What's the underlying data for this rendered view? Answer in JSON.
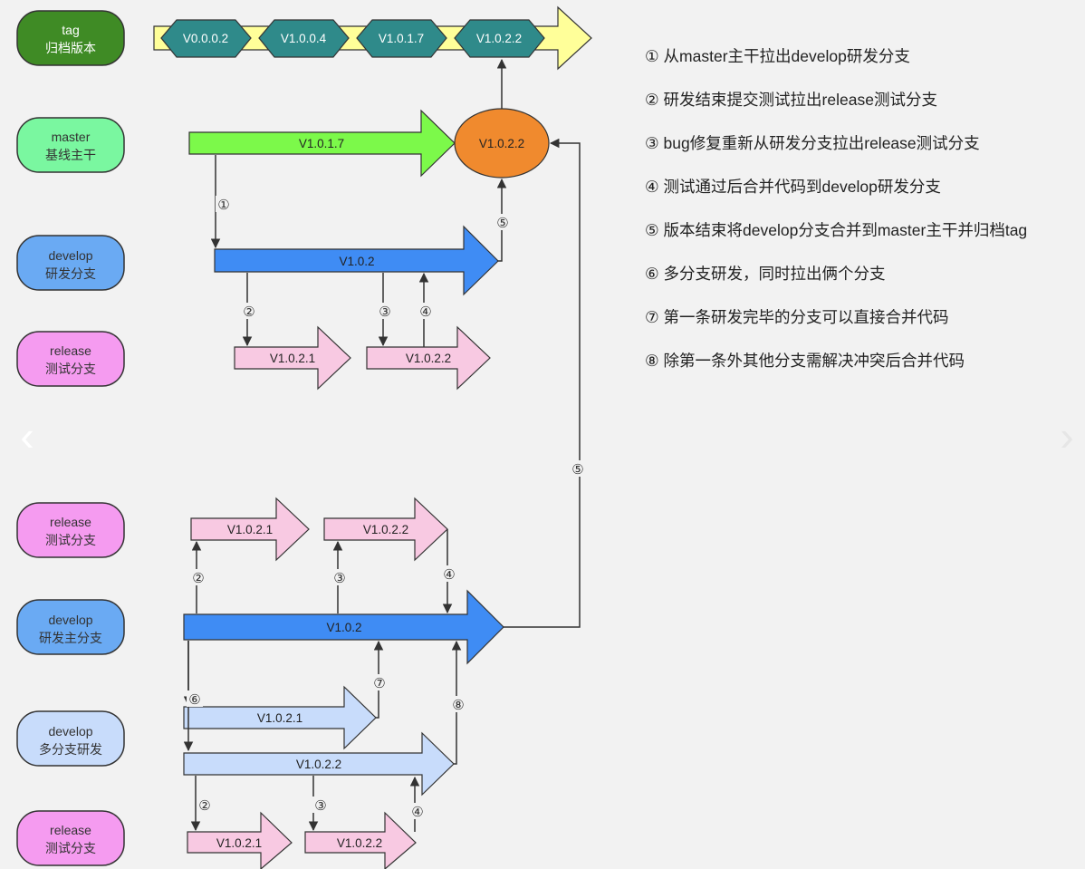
{
  "colors": {
    "tag_lane": "#3f8b25",
    "master_lane": "#7af7a0",
    "develop_lane": "#6aaaf3",
    "release_lane": "#f59bf0",
    "develop_multi_lane": "#c8dcfb",
    "tag_hexagon": "#2f8a8a",
    "tag_track": "#ffff99",
    "master_arrow": "#7cf94a",
    "develop_arrow": "#3f8cf4",
    "release_arrow": "#f8c9e2",
    "multi_arrow": "#c8dcfb",
    "merge_ellipse": "#f08a2e"
  },
  "lanes": {
    "tag": [
      "tag",
      "归档版本"
    ],
    "master": [
      "master",
      "基线主干"
    ],
    "develop_top": [
      "develop",
      "研发分支"
    ],
    "release_top": [
      "release",
      "测试分支"
    ],
    "release_mid": [
      "release",
      "测试分支"
    ],
    "develop_main": [
      "develop",
      "研发主分支"
    ],
    "develop_multi": [
      "develop",
      "多分支研发"
    ],
    "release_bottom": [
      "release",
      "测试分支"
    ]
  },
  "tags": [
    "V0.0.0.2",
    "V1.0.0.4",
    "V1.0.1.7",
    "V1.0.2.2"
  ],
  "branches": {
    "master": "V1.0.1.7",
    "merge": "V1.0.2.2",
    "develop_top": "V1.0.2",
    "release_top_1": "V1.0.2.1",
    "release_top_2": "V1.0.2.2",
    "release_mid_1": "V1.0.2.1",
    "release_mid_2": "V1.0.2.2",
    "develop_main": "V1.0.2",
    "multi_1": "V1.0.2.1",
    "multi_2": "V1.0.2.2",
    "release_bottom_1": "V1.0.2.1",
    "release_bottom_2": "V1.0.2.2"
  },
  "steps": [
    "①",
    "②",
    "③",
    "④",
    "⑤",
    "⑥",
    "⑦",
    "⑧"
  ],
  "legend": [
    "① 从master主干拉出develop研发分支",
    "② 研发结束提交测试拉出release测试分支",
    "③ bug修复重新从研发分支拉出release测试分支",
    "④ 测试通过后合并代码到develop研发分支",
    "⑤ 版本结束将develop分支合并到master主干并归档tag",
    "⑥ 多分支研发，同时拉出俩个分支",
    "⑦ 第一条研发完毕的分支可以直接合并代码",
    "⑧ 除第一条外其他分支需解决冲突后合并代码"
  ],
  "nav": {
    "prev": "‹",
    "next": "›"
  }
}
